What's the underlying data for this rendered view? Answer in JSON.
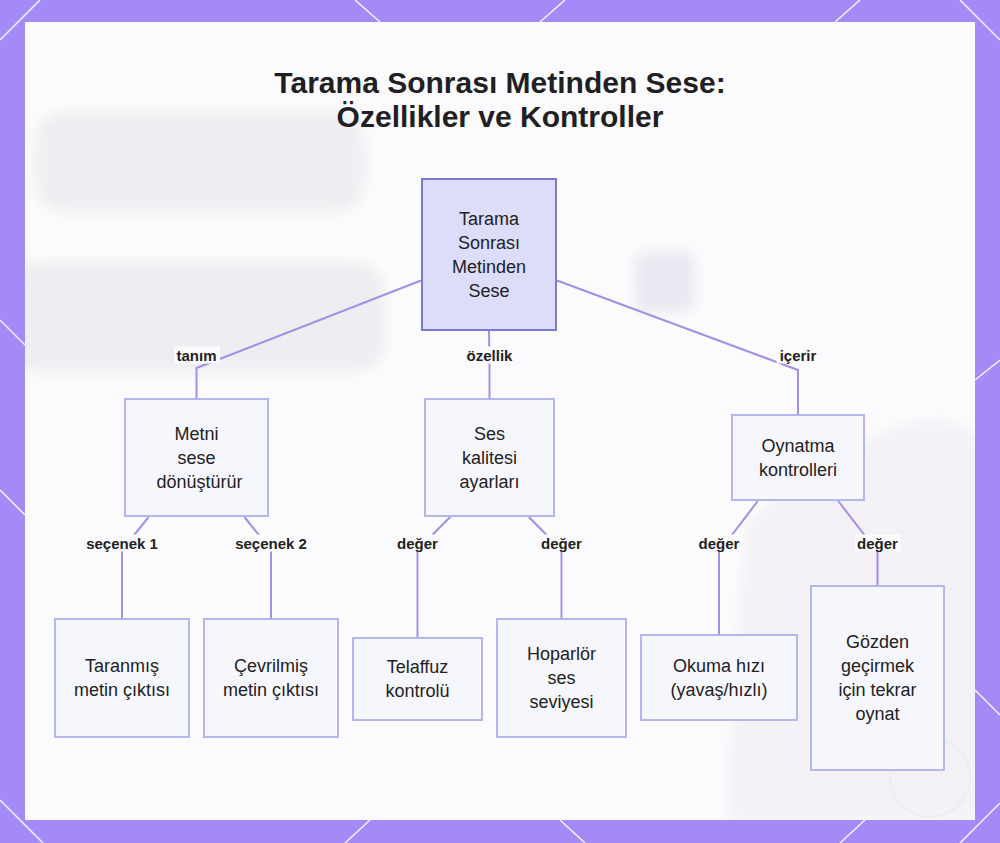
{
  "diagram": {
    "title": "Tarama Sonrası Metinden Sese: Özellikler ve Kontroller",
    "nodes": [
      {
        "text": [
          "Tarama Sonrası Metinden Sese"
        ]
      },
      {
        "text": [
          "Metni sese dönüştürür"
        ]
      },
      {
        "text": [
          "Ses kalitesi ayarları"
        ]
      },
      {
        "text": [
          "Oynatma kontrolleri"
        ]
      },
      {
        "text": [
          "Taranmış metin çıktısı"
        ]
      },
      {
        "text": [
          "Çevrilmiş metin çıktısı"
        ]
      },
      {
        "text": [
          "Telaffuz kontrolü"
        ]
      },
      {
        "text": [
          "Hoparlör ses seviyesi"
        ]
      },
      {
        "text": [
          "Okuma hızı (yavaş/hızlı)"
        ]
      },
      {
        "text": [
          "Gözden geçirmek için tekrar oynat"
        ]
      }
    ],
    "edges": [
      {
        "from": 0,
        "to": 1,
        "label": "tanım",
        "arrow": "none"
      },
      {
        "from": 0,
        "to": 2,
        "label": "özellik",
        "arrow": "none"
      },
      {
        "from": 0,
        "to": 3,
        "label": "içerir",
        "arrow": "none"
      },
      {
        "from": 1,
        "to": 4,
        "label": "seçenek 1",
        "arrow": "none"
      },
      {
        "from": 1,
        "to": 5,
        "label": "seçenek 2",
        "arrow": "none"
      },
      {
        "from": 2,
        "to": 6,
        "label": "değer",
        "arrow": "none"
      },
      {
        "from": 2,
        "to": 7,
        "label": "değer",
        "arrow": "none"
      },
      {
        "from": 3,
        "to": 8,
        "label": "değer",
        "arrow": "none"
      },
      {
        "from": 3,
        "to": 9,
        "label": "değer",
        "arrow": "none"
      }
    ]
  }
}
